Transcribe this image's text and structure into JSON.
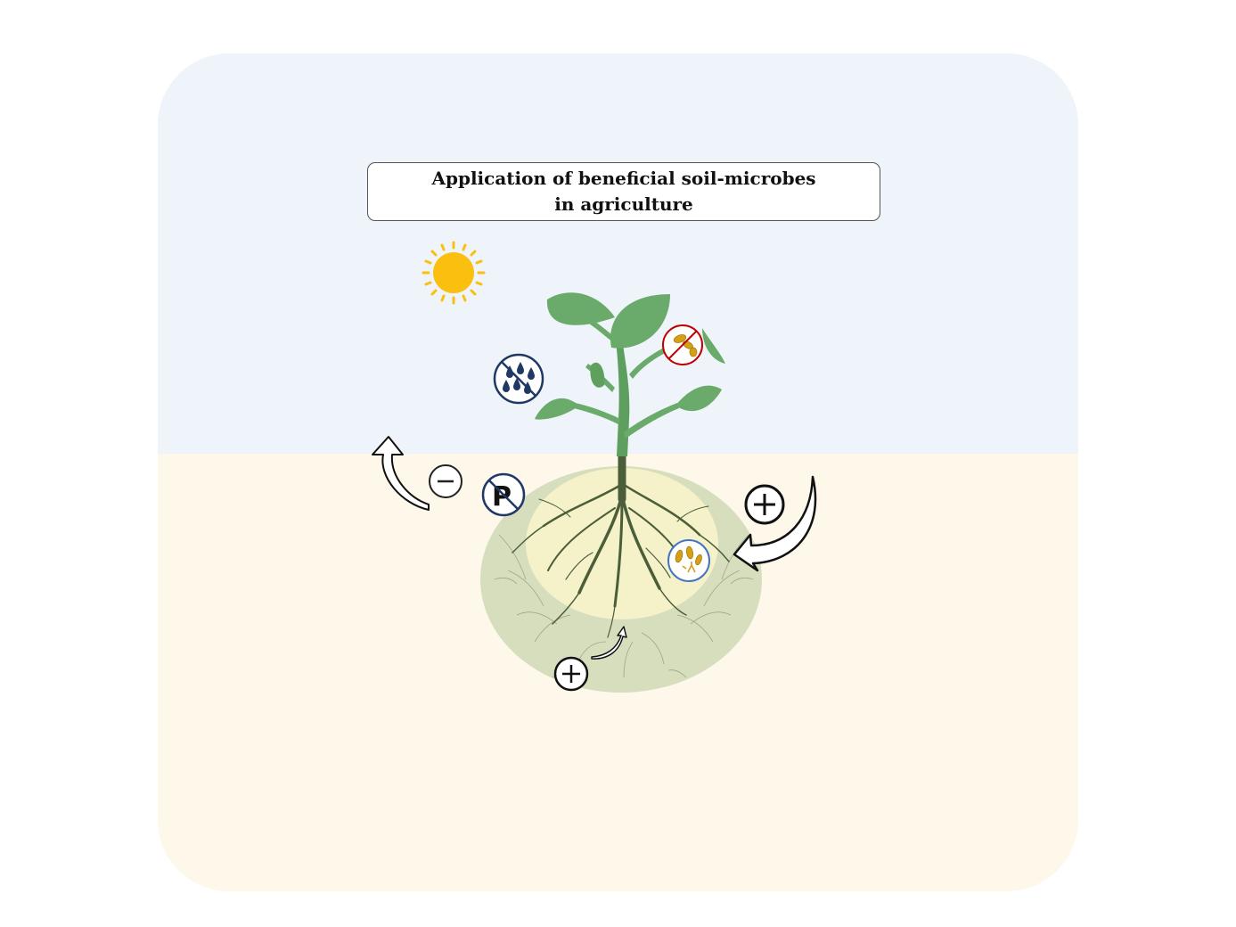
{
  "title": {
    "line1": "Application of beneficial soil-microbes",
    "line2": "in agriculture"
  },
  "icons": {
    "sun": "sun-icon",
    "drought": "no-drought-icon",
    "pest": "no-pathogen-icon",
    "phosphorus": "phosphorus-icon",
    "microbes": "microbes-icon",
    "plus": "plus-icon",
    "minus": "minus-icon",
    "phosphorus_letter": "P"
  },
  "colors": {
    "sky": "#eef4f9",
    "soil": "#fef8ea",
    "plant": "#6aaa6a",
    "root": "#4a5e3a",
    "rhizosphere_outer": "#d5dcbc",
    "rhizosphere_inner": "#f7f1c8",
    "sun": "#fbbf10",
    "icon_navy": "#1f3864",
    "icon_red": "#c00000",
    "icon_blue": "#4472c4",
    "microbe": "#d4a017"
  }
}
